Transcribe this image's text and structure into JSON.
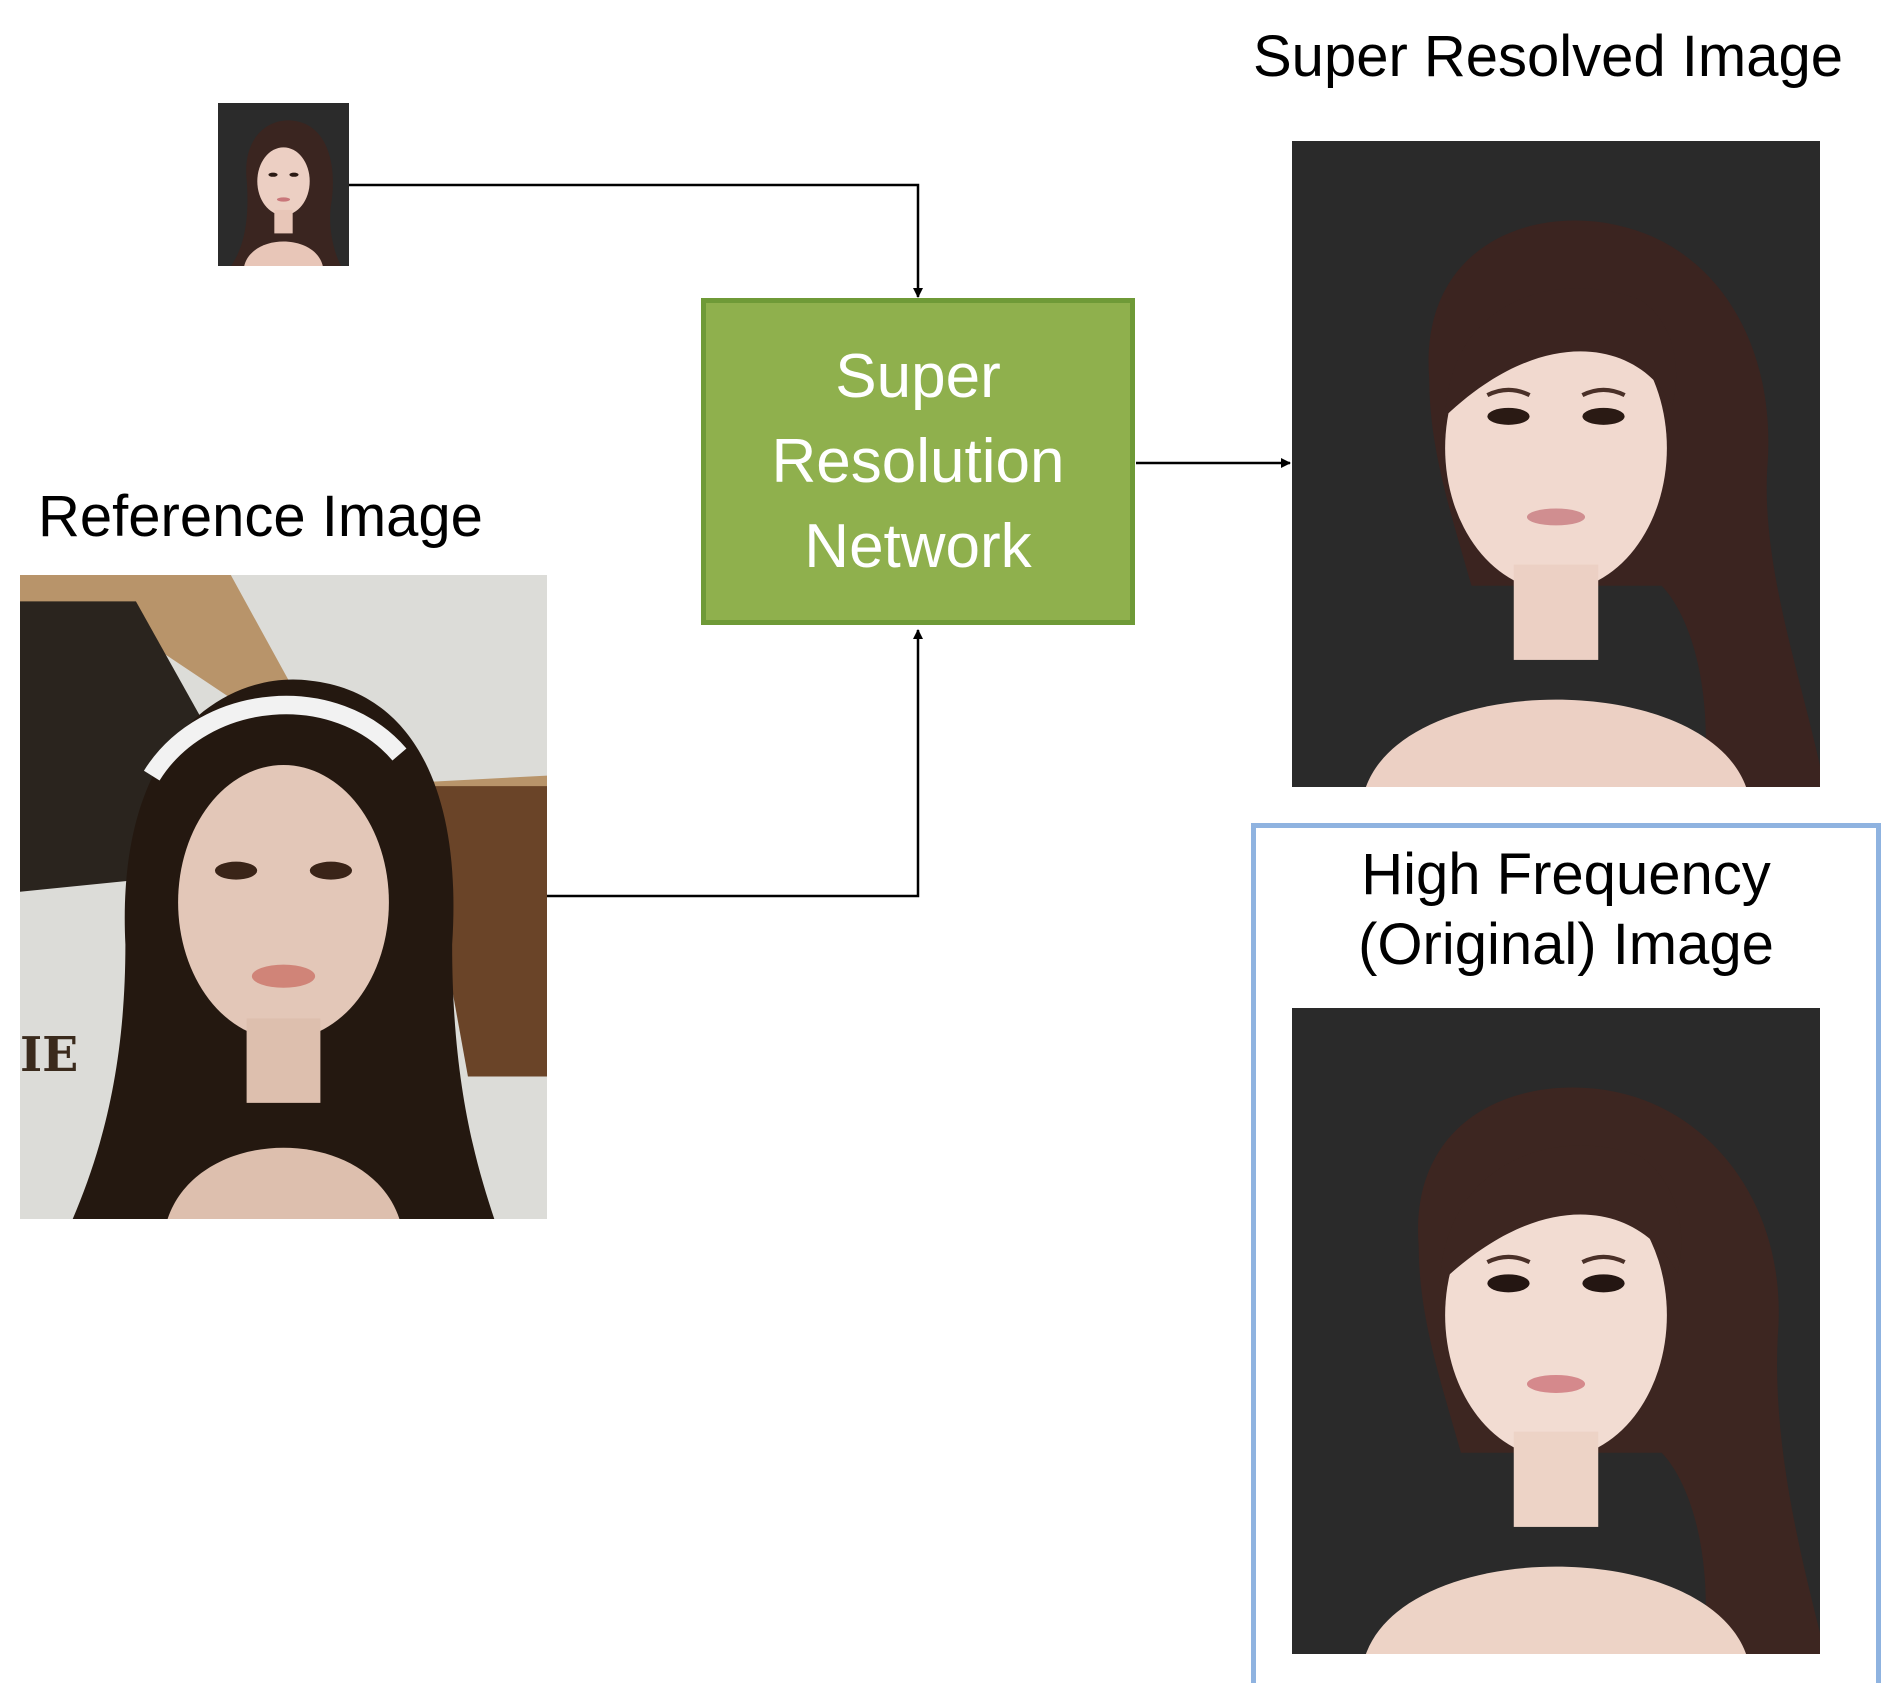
{
  "labels": {
    "super_resolved": "Super Resolved Image",
    "reference": "Reference Image",
    "network_line1": "Super",
    "network_line2": "Resolution",
    "network_line3": "Network",
    "high_freq_line1": "High Frequency",
    "high_freq_line2": "(Original) Image"
  },
  "colors": {
    "network_box_fill": "#8fb04d",
    "network_box_border": "#6f9a37",
    "frame_border": "#8fb3e0",
    "arrow": "#000000",
    "photo_background": "#2b2b2b"
  },
  "images": {
    "low_res_input": "low-resolution face photo",
    "reference": "reference face photo",
    "super_resolved": "super-resolved face photo",
    "original": "original high-resolution face photo"
  }
}
